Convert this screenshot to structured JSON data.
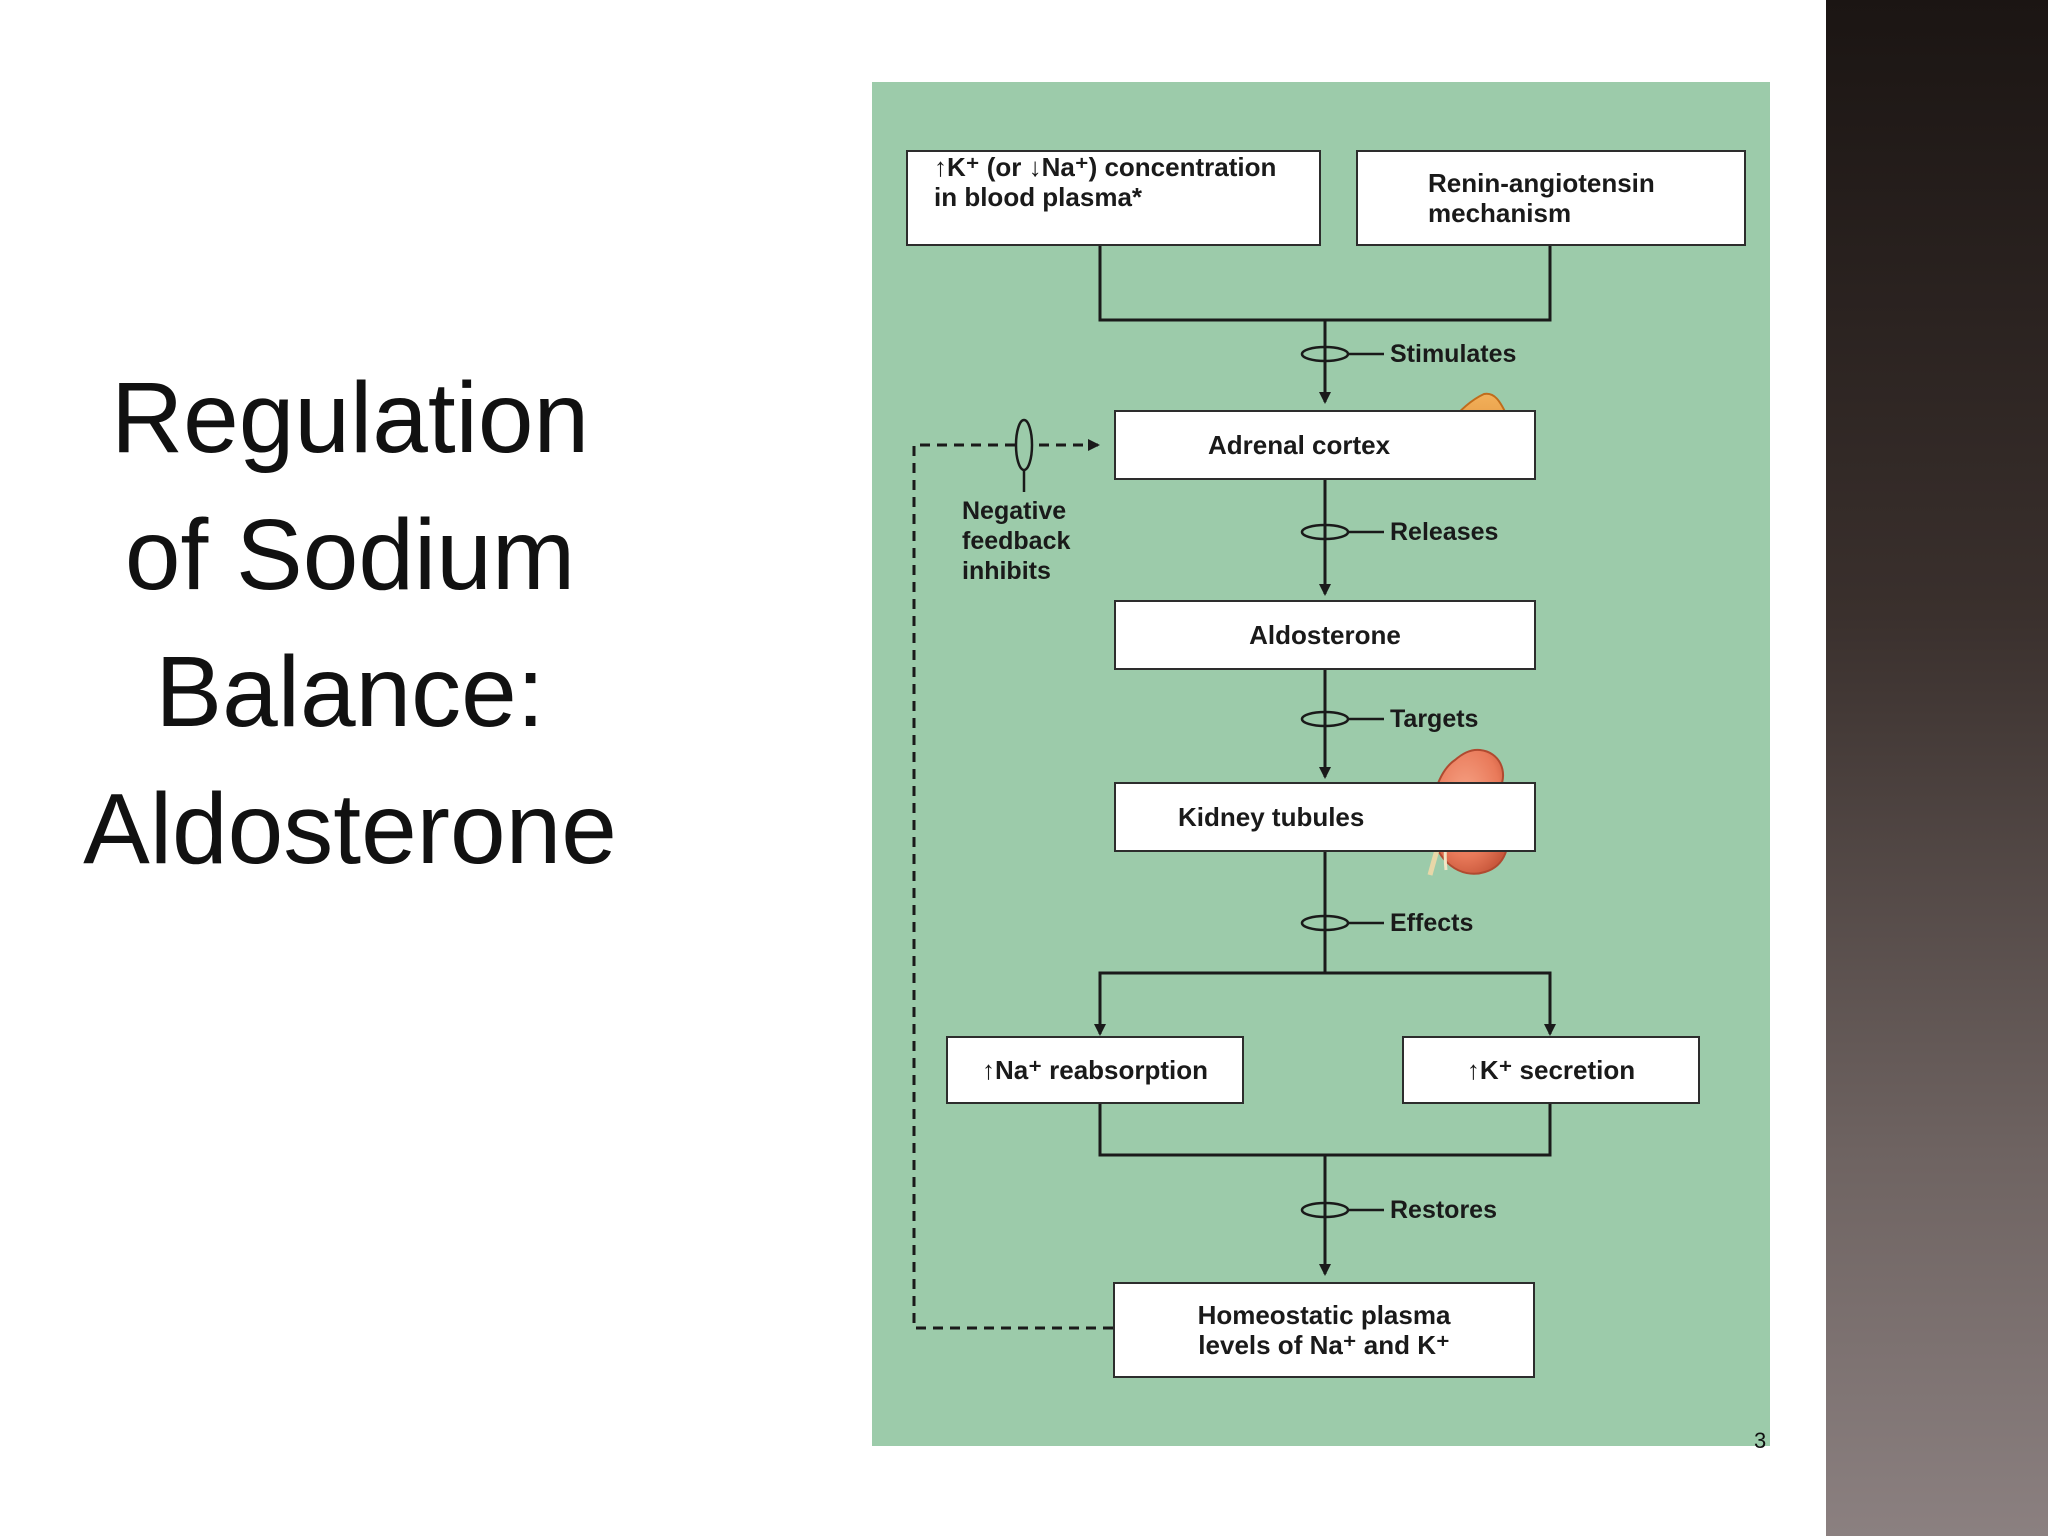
{
  "slide": {
    "title_lines": [
      "Regulation",
      "of Sodium",
      "Balance:",
      "Aldosterone"
    ],
    "page_number": "3"
  },
  "diagram": {
    "boxes": {
      "k_na_line1": "↑K⁺ (or ↓Na⁺) concentration",
      "k_na_line2": "in blood plasma*",
      "renin_line1": "Renin-angiotensin",
      "renin_line2": "mechanism",
      "adrenal": "Adrenal cortex",
      "aldosterone": "Aldosterone",
      "kidney": "Kidney tubules",
      "na_reabsorption": "↑Na⁺ reabsorption",
      "k_secretion": "↑K⁺ secretion",
      "homeostatic_line1": "Homeostatic plasma",
      "homeostatic_line2": "levels of Na⁺ and K⁺"
    },
    "labels": {
      "stimulates": "Stimulates",
      "releases": "Releases",
      "targets": "Targets",
      "effects": "Effects",
      "restores": "Restores"
    },
    "negative_feedback": [
      "Negative",
      "feedback",
      "inhibits"
    ],
    "colors": {
      "panel": "#9ccbaa",
      "box": "#ffffff",
      "line": "#1a1a1a",
      "adrenal_gland": "#e7963d",
      "kidney": "#f08a6a"
    }
  }
}
